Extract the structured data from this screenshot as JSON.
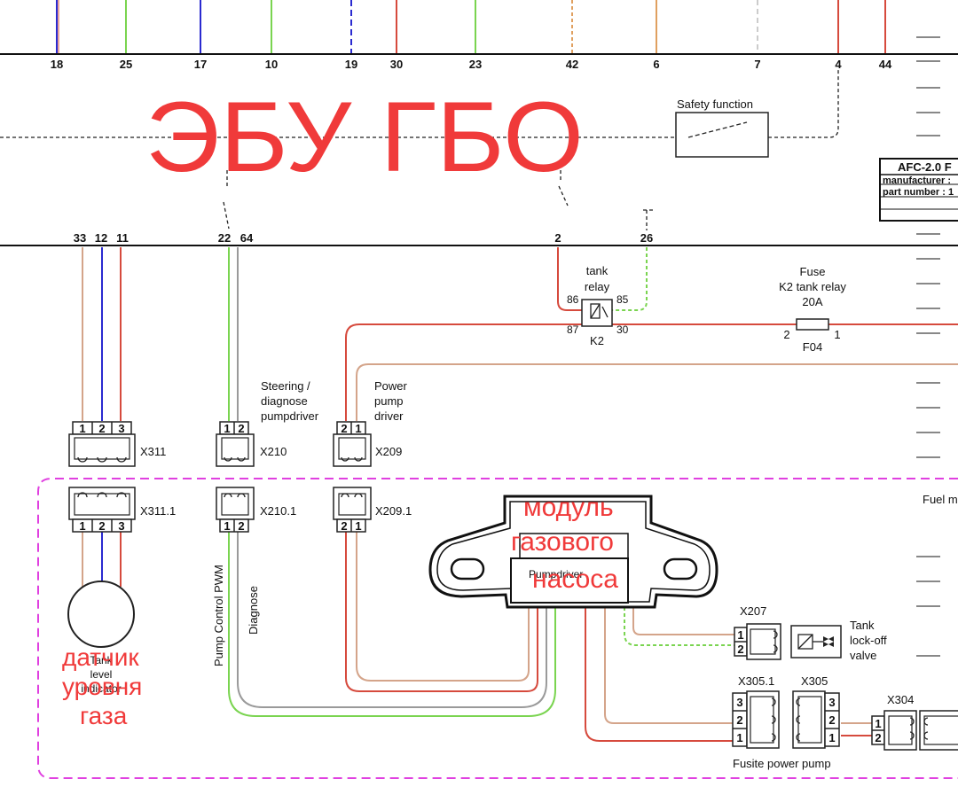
{
  "top_pins": [
    "18",
    "25",
    "17",
    "10",
    "19",
    "30",
    "23",
    "42",
    "6",
    "7",
    "4",
    "44"
  ],
  "overlay": {
    "title": "ЭБУ ГБО",
    "module_line1": "модуль",
    "module_line2": "газового",
    "module_line3": "насоса",
    "sensor_line1": "датчик",
    "sensor_line2": "уровня",
    "sensor_line3": "газа"
  },
  "safety_function": "Safety function",
  "afc": {
    "title": "AFC-2.0 F",
    "manufacturer": "manufacturer :",
    "part_number": "part number : 1"
  },
  "bottom_pins": [
    "33",
    "12",
    "11",
    "22",
    "64",
    "2",
    "26"
  ],
  "relay": {
    "title1": "tank",
    "title2": "relay",
    "p86": "86",
    "p85": "85",
    "p87": "87",
    "p30": "30",
    "ref": "K2"
  },
  "fuse": {
    "title1": "Fuse",
    "title2": "K2 tank relay",
    "rating": "20A",
    "p2": "2",
    "p1": "1",
    "ref": "F04"
  },
  "labels": {
    "steering1": "Steering /",
    "steering2": "diagnose",
    "steering3": "pumpdriver",
    "power1": "Power",
    "power2": "pump",
    "power3": "driver",
    "fuel": "Fuel m",
    "pwm": "Pump Control PWM",
    "diagnose": "Diagnose",
    "pumpdriver": "Pumpdriver",
    "tank_level1": "Tank",
    "tank_level2": "level",
    "tank_level3": "indicator",
    "valve1": "Tank",
    "valve2": "lock-off",
    "valve3": "valve",
    "fusite": "Fusite power pump"
  },
  "connectors": {
    "x311": "X311",
    "x311_1": "X311.1",
    "x210": "X210",
    "x210_1": "X210.1",
    "x209": "X209",
    "x209_1": "X209.1",
    "x207": "X207",
    "x305_1": "X305.1",
    "x305": "X305",
    "x304": "X304"
  },
  "pins": {
    "p1": "1",
    "p2": "2",
    "p3": "3"
  },
  "colors": {
    "annotation_red": "#f03a3a",
    "wire_red": "#d64a3d",
    "wire_brown": "#d4a48a",
    "wire_blue": "#2a2ad0",
    "wire_green": "#7ad450",
    "wire_grey": "#9a9a9a",
    "zone_magenta": "#e040e0"
  }
}
